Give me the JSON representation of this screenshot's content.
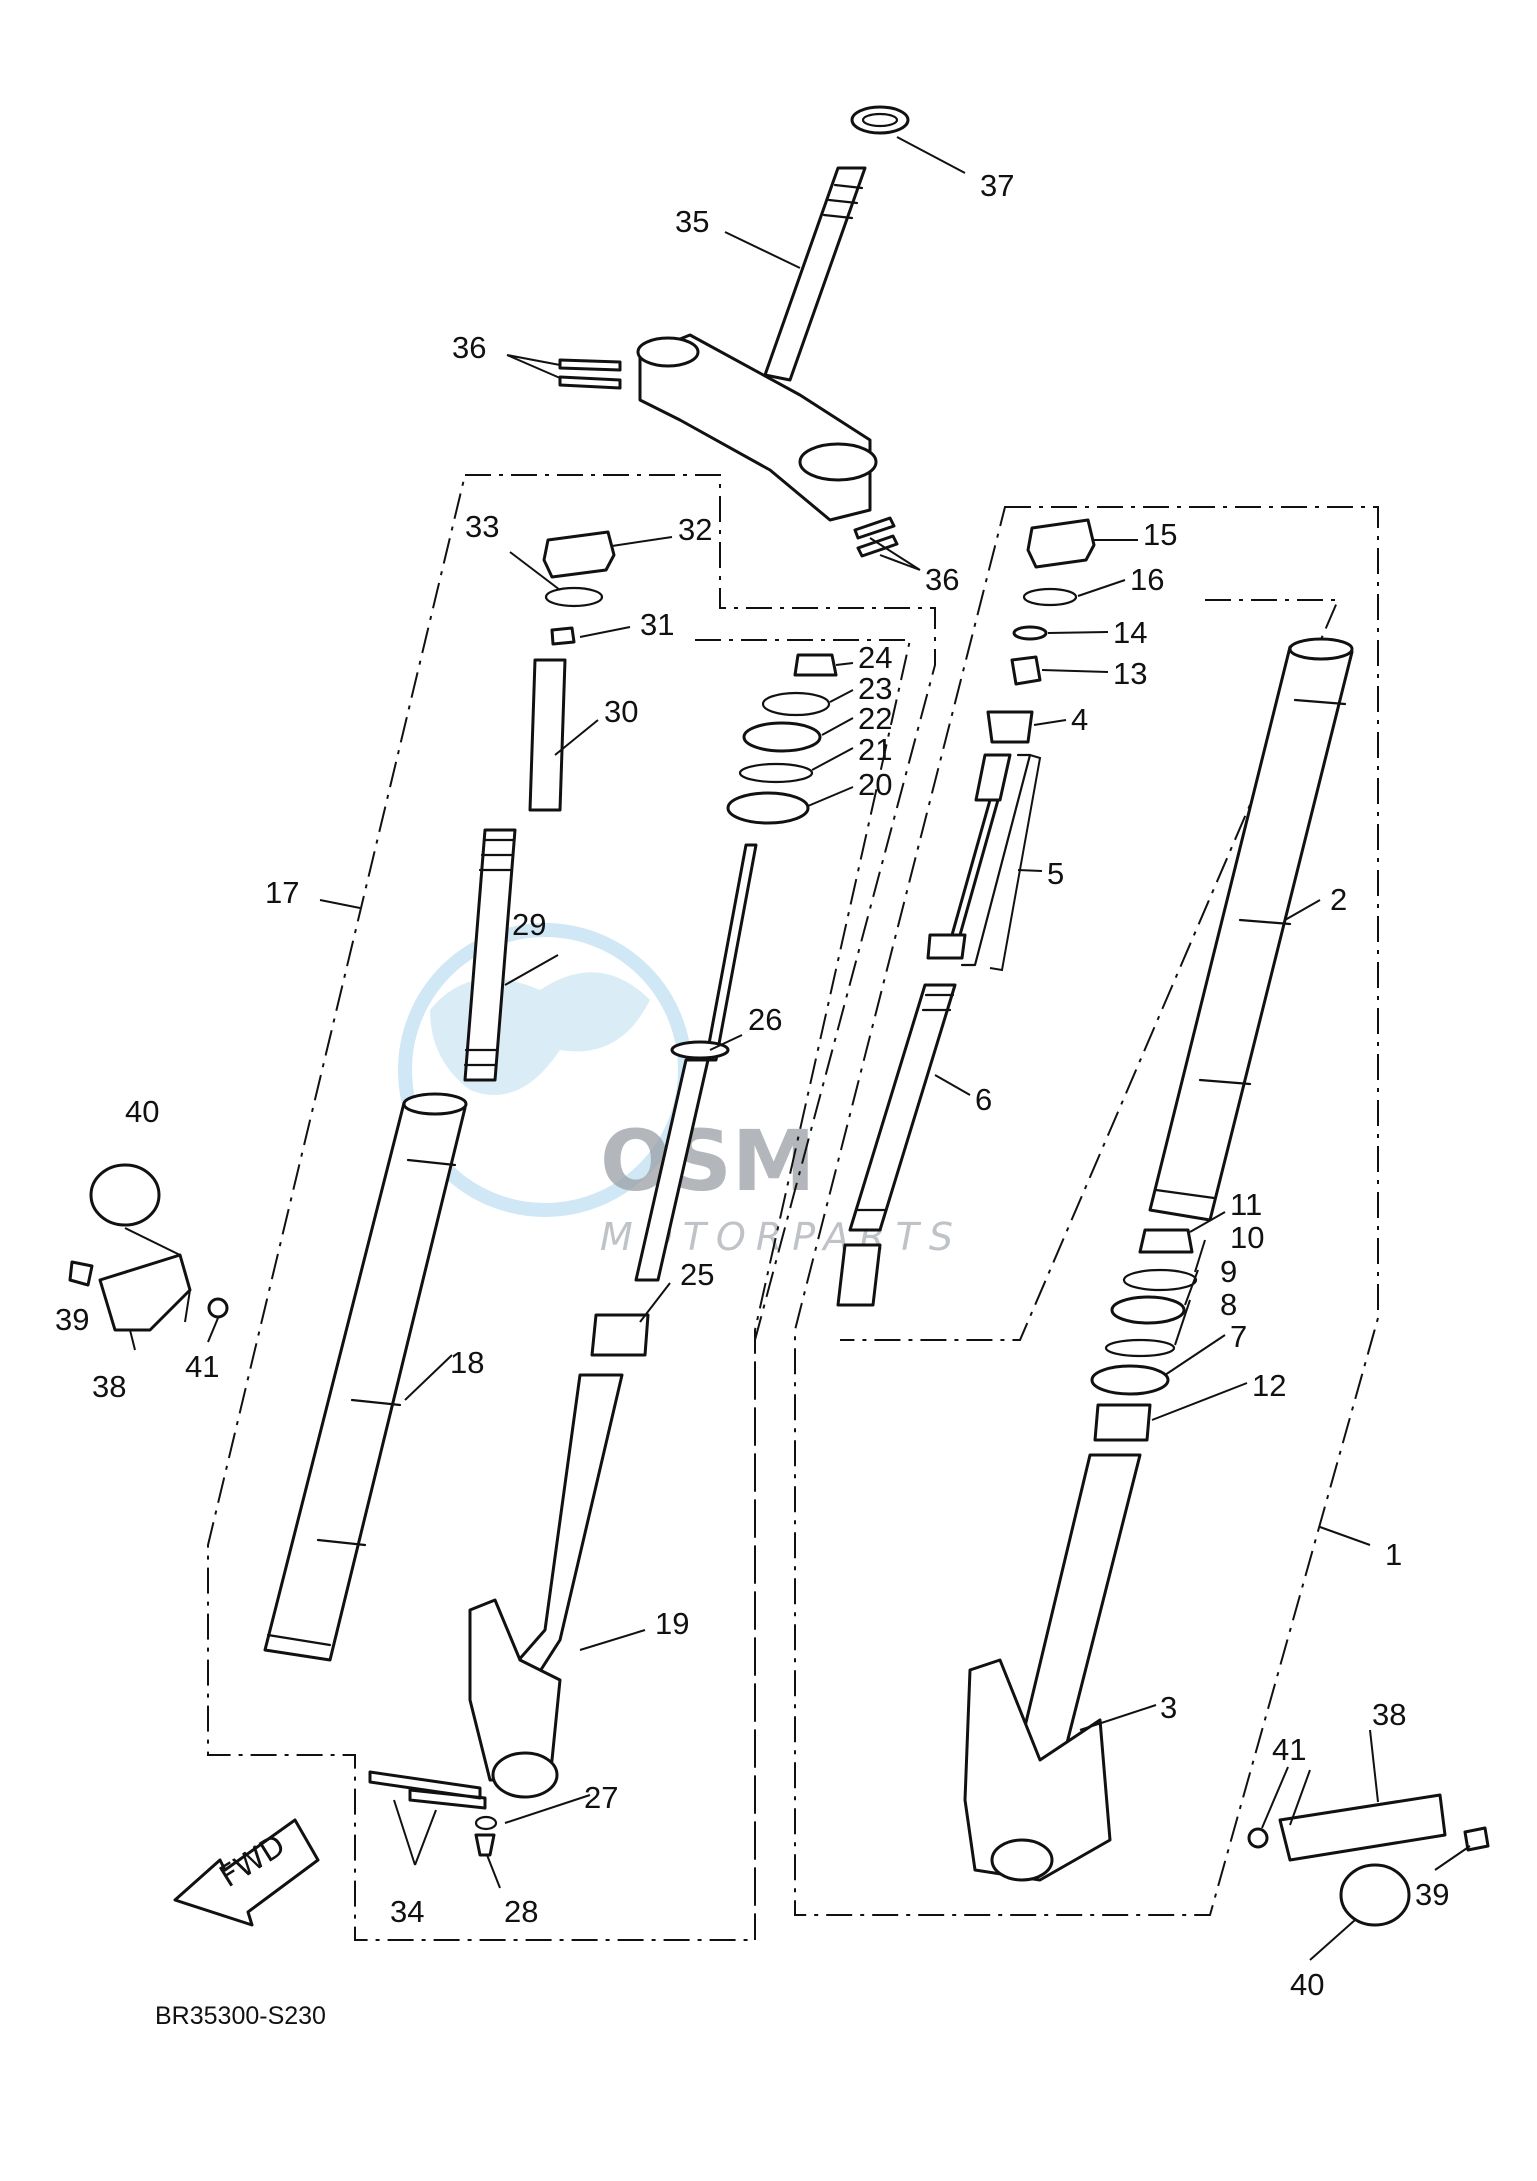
{
  "diagram": {
    "code": "BR35300-S230",
    "fwd_label": "FWD",
    "watermark": {
      "brand": "OSM",
      "sub": "MOTORPARTS"
    },
    "callouts": {
      "c1": "1",
      "c2": "2",
      "c3": "3",
      "c4": "4",
      "c5": "5",
      "c6": "6",
      "c7": "7",
      "c8": "8",
      "c9": "9",
      "c10": "10",
      "c11": "11",
      "c12": "12",
      "c13": "13",
      "c14": "14",
      "c15": "15",
      "c16": "16",
      "c17": "17",
      "c18": "18",
      "c19": "19",
      "c20": "20",
      "c21": "21",
      "c22": "22",
      "c23": "23",
      "c24": "24",
      "c25": "25",
      "c26": "26",
      "c27": "27",
      "c28": "28",
      "c29": "29",
      "c30": "30",
      "c31": "31",
      "c32": "32",
      "c33": "33",
      "c34": "34",
      "c35": "35",
      "c36a": "36",
      "c36b": "36",
      "c37": "37",
      "c38a": "38",
      "c38b": "38",
      "c39a": "39",
      "c39b": "39",
      "c40a": "40",
      "c40b": "40",
      "c41a": "41",
      "c41b": "41"
    }
  }
}
